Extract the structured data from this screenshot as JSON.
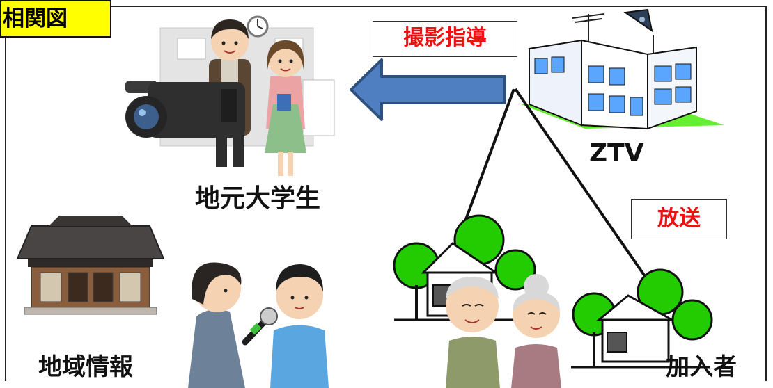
{
  "diagram": {
    "title": "相関図",
    "nodes": {
      "students": {
        "label": "地元大学生",
        "icon": "students-with-video-camera"
      },
      "station": {
        "label": "ZTV",
        "icon": "tv-station-building"
      },
      "local_info": {
        "label": "地域情報",
        "icon": "temple"
      },
      "interview": {
        "icon": "reporter-interview"
      },
      "subscribers": {
        "label": "加入者",
        "icon": "elderly-couple-houses"
      }
    },
    "edges": {
      "instruction": {
        "label": "撮影指導",
        "from": "ZTV",
        "to": "地元大学生"
      },
      "broadcast": {
        "label": "放送",
        "from": "ZTV",
        "to": "加入者"
      }
    }
  },
  "colors": {
    "arrow_fill": "#4f7fc0",
    "arrow_stroke": "#2f4f7f",
    "title_bg": "#ffff00",
    "edge_label_text": "#ee1111",
    "tree_green": "#22cc00",
    "building_blue": "#5aa6ff"
  }
}
